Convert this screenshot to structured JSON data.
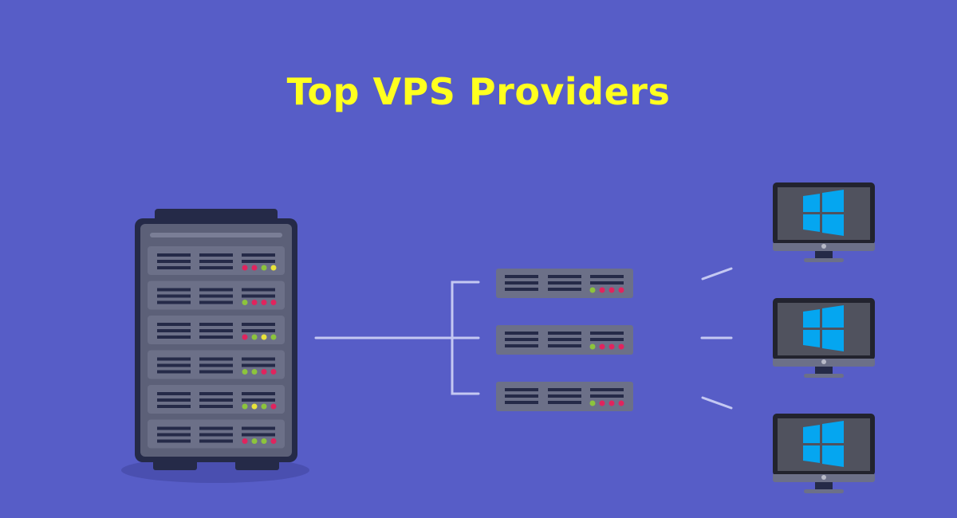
{
  "header": {
    "title": "Top VPS Providers"
  },
  "colors": {
    "background": "#575dc7",
    "title": "#ffff1f",
    "rack_frame": "#252a48",
    "rack_body": "#5c6078",
    "unit_face": "#6c7088",
    "vent": "#252a48",
    "led_red": "#e0245e",
    "led_green": "#8cc43c",
    "led_yellow": "#e8e43a",
    "connector": "#c4c8f2",
    "monitor_bezel": "#22232e",
    "monitor_screen": "#50525e",
    "windows_logo": "#05a6f0"
  },
  "main_rack": {
    "units": [
      {
        "leds": [
          "red",
          "red",
          "green",
          "yellow"
        ]
      },
      {
        "leds": [
          "green",
          "red",
          "red",
          "red"
        ]
      },
      {
        "leds": [
          "red",
          "green",
          "yellow",
          "green"
        ]
      },
      {
        "leds": [
          "green",
          "green",
          "red",
          "red"
        ]
      },
      {
        "leds": [
          "green",
          "yellow",
          "green",
          "red"
        ]
      },
      {
        "leds": [
          "red",
          "green",
          "green",
          "red"
        ]
      }
    ]
  },
  "virtual_servers": [
    {
      "leds": [
        "green",
        "red",
        "red",
        "red"
      ]
    },
    {
      "leds": [
        "green",
        "red",
        "red",
        "red"
      ]
    },
    {
      "leds": [
        "green",
        "red",
        "red",
        "red"
      ]
    }
  ],
  "client_monitors": [
    {
      "os": "windows"
    },
    {
      "os": "windows"
    },
    {
      "os": "windows"
    }
  ]
}
